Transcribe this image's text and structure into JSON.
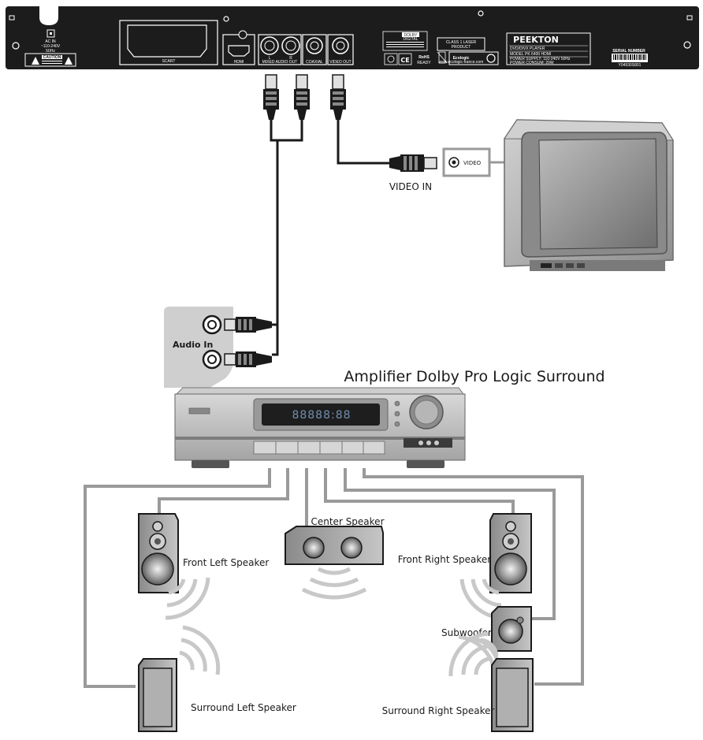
{
  "player": {
    "brand": "PEEKTON",
    "model_line1": "DVD/DIVX PLAYER",
    "model_line2": "MODEL PK 6400 HDMI",
    "model_line3": "POWER SUPPLY: 110-240V 50Hz",
    "model_line4": "POWER CONSUM: 20W",
    "serial_label": "SERIAL NUMBER",
    "serial_number": "Y04930S801",
    "ac_in_1": "AC IN",
    "ac_in_2": "~110-240V",
    "ac_in_3": "50Hz",
    "caution": "CAUTION",
    "scart": "SCART",
    "hdmi": "HDMI",
    "audio_out": "MIXED AUDIO OUT",
    "audio_l": "L",
    "audio_r": "R",
    "coaxial": "COAXIAL",
    "video_out": "VIDEO OUT",
    "dolby": "DOLBY",
    "dolby_sub": "DIGITAL",
    "class_laser_1": "CLASS 1 LASER",
    "class_laser_2": "PRODUCT",
    "rohs": "RoHS",
    "rohs_sub": "READY",
    "ecologic": "Ecologic",
    "ecologic_sub": "www.ecologic-france.com"
  },
  "tv": {
    "video_jack_label": "VIDEO",
    "video_in_label": "VIDEO IN"
  },
  "amplifier": {
    "title": "Amplifier Dolby Pro Logic Surround",
    "audio_in_label": "Audio In",
    "display_text": "88888:88"
  },
  "speakers": {
    "center": "Center Speaker",
    "front_left": "Front Left Speaker",
    "front_right": "Front Right Speaker",
    "subwoofer": "Subwoofer",
    "surround_left": "Surround Left Speaker",
    "surround_right": "Surround Right Speaker"
  },
  "colors": {
    "cable_black": "#1a1a1a",
    "speaker_wire": "#9a9a9a",
    "panel_dark": "#1c1c1c",
    "device_grey": "#b5b5b5"
  }
}
